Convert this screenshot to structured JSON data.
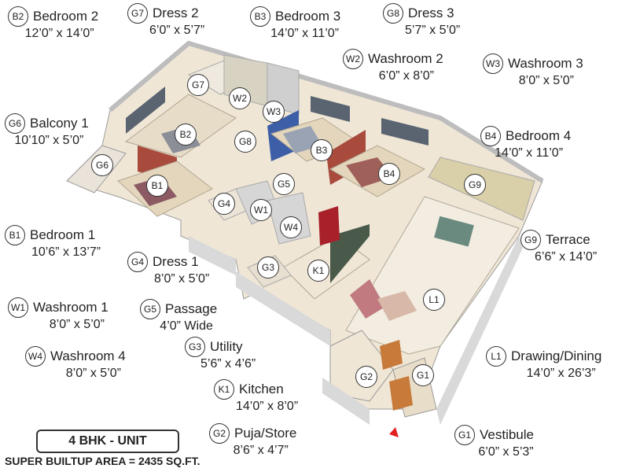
{
  "unit_title": "4 BHK - UNIT",
  "area_text": "SUPER BUILTUP AREA = 2435 SQ.FT.",
  "rooms": {
    "B2": {
      "code": "B2",
      "name": "Bedroom 2",
      "dim": "12’0” x 14’0”"
    },
    "G7": {
      "code": "G7",
      "name": "Dress 2",
      "dim": "6’0” x 5’7”"
    },
    "B3": {
      "code": "B3",
      "name": "Bedroom 3",
      "dim": "14’0” x 11’0”"
    },
    "G8": {
      "code": "G8",
      "name": "Dress 3",
      "dim": "5’7” x 5’0”"
    },
    "W2": {
      "code": "W2",
      "name": "Washroom 2",
      "dim": "6’0” x 8’0”"
    },
    "W3": {
      "code": "W3",
      "name": "Washroom 3",
      "dim": "8’0” x 5’0”"
    },
    "G6": {
      "code": "G6",
      "name": "Balcony 1",
      "dim": "10’10” x 5’0”"
    },
    "B4": {
      "code": "B4",
      "name": "Bedroom 4",
      "dim": "14’0” x 11’0”"
    },
    "B1": {
      "code": "B1",
      "name": "Bedroom 1",
      "dim": "10’6” x 13’7”"
    },
    "G9": {
      "code": "G9",
      "name": "Terrace",
      "dim": "6’6” x 14’0”"
    },
    "G4": {
      "code": "G4",
      "name": "Dress 1",
      "dim": "8’0” x 5’0”"
    },
    "W1": {
      "code": "W1",
      "name": "Washroom 1",
      "dim": "8’0” x 5’0”"
    },
    "G5": {
      "code": "G5",
      "name": "Passage",
      "dim": "4’0” Wide"
    },
    "G3": {
      "code": "G3",
      "name": "Utility",
      "dim": "5’6” x 4’6”"
    },
    "W4": {
      "code": "W4",
      "name": "Washroom 4",
      "dim": "8’0” x 5’0”"
    },
    "L1": {
      "code": "L1",
      "name": "Drawing/Dining",
      "dim": "14’0” x 26’3”"
    },
    "K1": {
      "code": "K1",
      "name": "Kitchen",
      "dim": "14’0” x 8’0”"
    },
    "G2": {
      "code": "G2",
      "name": "Puja/Store",
      "dim": "8’6” x 4’7”"
    },
    "G1": {
      "code": "G1",
      "name": "Vestibule",
      "dim": "6’0” x 5’3”"
    }
  },
  "colors": {
    "floor": "#efe6d6",
    "wall": "#ffffff",
    "wall_side": "#d9d9d9",
    "accent_red": "#e02020",
    "bed_wall": "#a84a3c",
    "blue_wall": "#3d5fa8",
    "kitchen_counter": "#4a5a4a"
  }
}
